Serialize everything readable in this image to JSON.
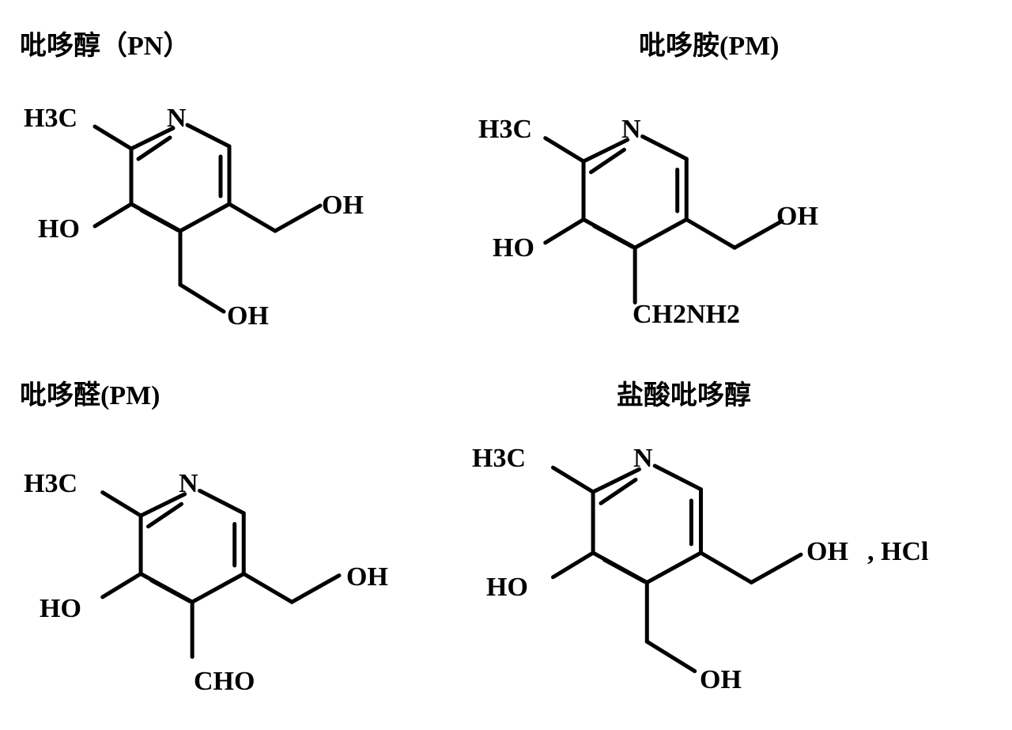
{
  "compounds": [
    {
      "name": "吡哆醇（PN）",
      "methyl": "H3C",
      "n": "N",
      "ho": "HO",
      "r5": "OH",
      "r4": "OH",
      "r4_type": "CH2OH"
    },
    {
      "name": "吡哆胺(PM)",
      "methyl": "H3C",
      "n": "N",
      "ho": "HO",
      "r5": "OH",
      "r4": "CH2NH2",
      "r4_type": "CH2NH2"
    },
    {
      "name": "吡哆醛(PM)",
      "methyl": "H3C",
      "n": "N",
      "ho": "HO",
      "r5": "OH",
      "r4": "CHO",
      "r4_type": "CHO"
    },
    {
      "name": "盐酸吡哆醇",
      "methyl": "H3C",
      "n": "N",
      "ho": "HO",
      "r5": "OH",
      "r4": "OH",
      "r4_type": "CH2OH",
      "salt": ", HCl"
    }
  ]
}
